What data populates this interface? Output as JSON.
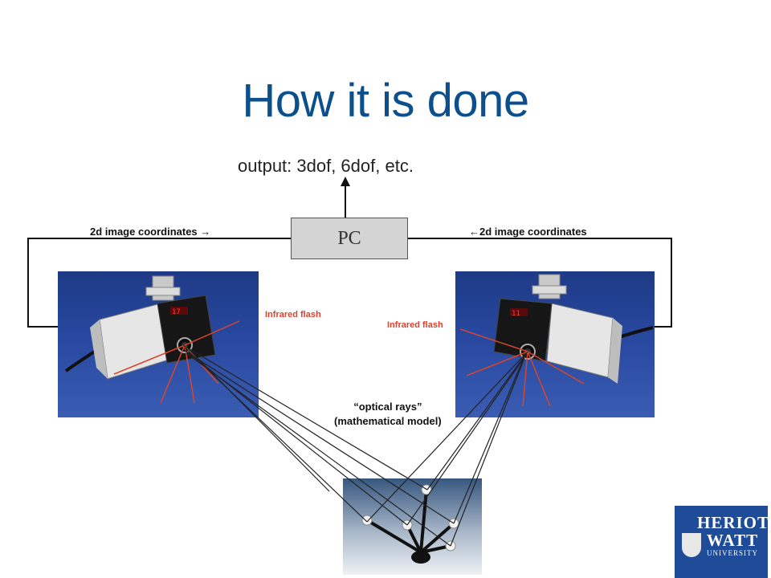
{
  "slide": {
    "title": "How it is done"
  },
  "diagram": {
    "output_label": "output: 3dof, 6dof, etc.",
    "pc_label": "PC",
    "left_coords_label": "2d image coordinates →",
    "right_coords_label": "←2d image coordinates",
    "left_flash_label": "Infrared flash",
    "right_flash_label": "Infrared flash",
    "rays_label_line1": "“optical rays”",
    "rays_label_line2": "(mathematical model)"
  },
  "logo": {
    "line1": "HERIOT",
    "line2": "WATT",
    "line3": "UNIVERSITY"
  },
  "colors": {
    "title": "#0b4f8c",
    "flash_text": "#e2402a",
    "panel_blue": "#2848a0",
    "logo_bg": "#1f4c98"
  }
}
